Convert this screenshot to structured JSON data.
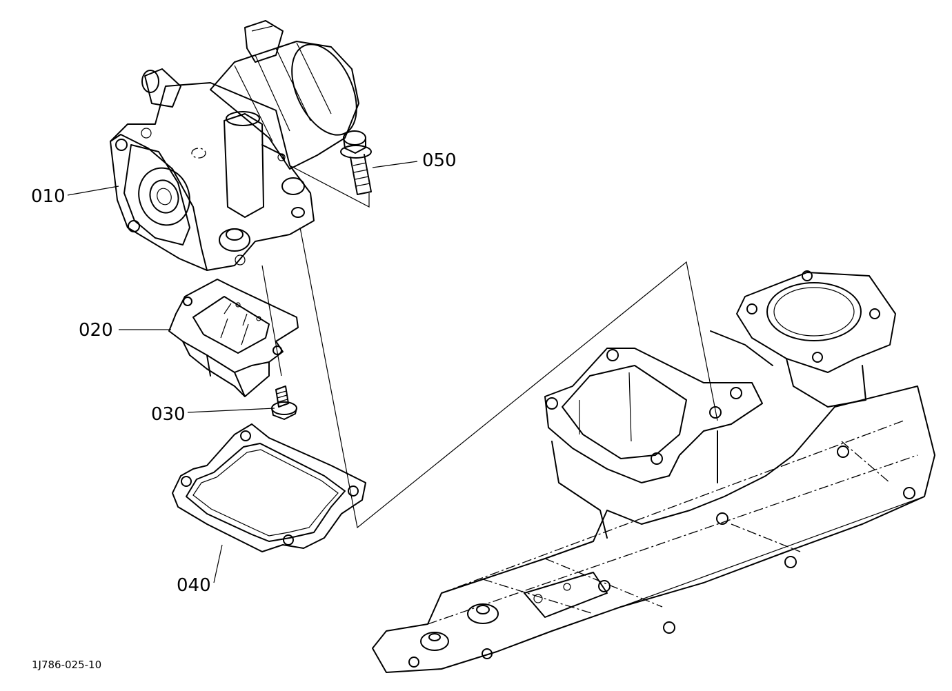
{
  "diagram": {
    "figure_id": "1J786-025-10",
    "parts": [
      {
        "key": "egr_valve",
        "number": "010",
        "icon": "egr-valve-assembly"
      },
      {
        "key": "spacer",
        "number": "020",
        "icon": "spacer-block"
      },
      {
        "key": "bolt_small",
        "number": "030",
        "icon": "flange-bolt"
      },
      {
        "key": "gasket",
        "number": "040",
        "icon": "gasket"
      },
      {
        "key": "bolt_long",
        "number": "050",
        "icon": "flange-bolt"
      }
    ],
    "line_color": "#000000",
    "background_color": "#ffffff"
  }
}
